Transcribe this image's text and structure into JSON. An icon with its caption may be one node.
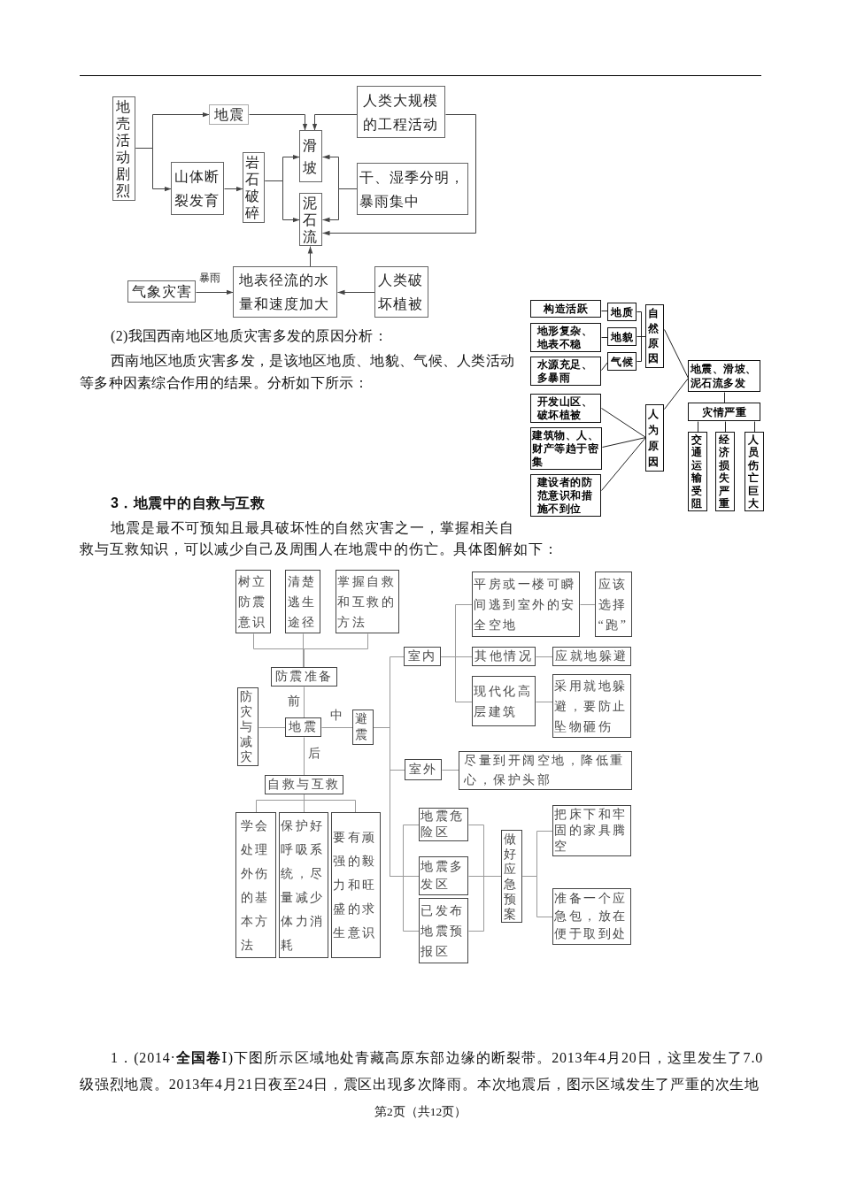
{
  "diagram": {
    "nodes": [
      {
        "text": [
          "地壳活动剧烈"
        ]
      },
      {
        "text": [
          "地震"
        ]
      },
      {
        "text": [
          "人类大规模的工程活动"
        ]
      },
      {
        "text": [
          "山体断裂发育"
        ]
      },
      {
        "text": [
          "岩石破碎"
        ]
      },
      {
        "text": [
          "滑坡"
        ]
      },
      {
        "text": [
          "干、湿季分明，暴雨集中"
        ]
      },
      {
        "text": [
          "泥石流"
        ]
      },
      {
        "text": [
          "气象灾害"
        ]
      },
      {
        "text": [
          "地表径流的水量和速度加大"
        ]
      },
      {
        "text": [
          "人类破坏植被"
        ]
      },
      {
        "text": [
          "构造活跃"
        ]
      },
      {
        "text": [
          "地形复杂、地表不稳"
        ]
      },
      {
        "text": [
          "水源充足、多暴雨"
        ]
      },
      {
        "text": [
          "开发山区、破坏植被"
        ]
      },
      {
        "text": [
          "建筑物、人、财产等趋于密集"
        ]
      },
      {
        "text": [
          "建设者的防范意识和措施不到位"
        ]
      },
      {
        "text": [
          "地质"
        ]
      },
      {
        "text": [
          "地貌"
        ]
      },
      {
        "text": [
          "气候"
        ]
      },
      {
        "text": [
          "自然原因"
        ]
      },
      {
        "text": [
          "人为原因"
        ]
      },
      {
        "text": [
          "地震、滑坡、泥石流多发"
        ]
      },
      {
        "text": [
          "灾情严重"
        ]
      },
      {
        "text": [
          "交通运输受阻"
        ]
      },
      {
        "text": [
          "经济损失严重"
        ]
      },
      {
        "text": [
          "人员伤亡巨大"
        ]
      },
      {
        "text": [
          "树立防震意识"
        ]
      },
      {
        "text": [
          "清楚逃生途径"
        ]
      },
      {
        "text": [
          "掌握自救和互救的方法"
        ]
      },
      {
        "text": [
          "防震准备"
        ]
      },
      {
        "text": [
          "防灾与减灾"
        ]
      },
      {
        "text": [
          "地震"
        ]
      },
      {
        "text": [
          "避震"
        ]
      },
      {
        "text": [
          "自救与互救"
        ]
      },
      {
        "text": [
          "学会处理外伤的基本方法"
        ]
      },
      {
        "text": [
          "保护好呼吸系统，尽量减少体力消耗"
        ]
      },
      {
        "text": [
          "要有顽强的毅力和旺盛的求生意识"
        ]
      },
      {
        "text": [
          "室内"
        ]
      },
      {
        "text": [
          "平房或一楼可瞬间逃到室外的安全空地"
        ]
      },
      {
        "text": [
          "应该选择“跑”"
        ]
      },
      {
        "text": [
          "其他情况"
        ]
      },
      {
        "text": [
          "应就地躲避"
        ]
      },
      {
        "text": [
          "现代化高层建筑"
        ]
      },
      {
        "text": [
          "采用就地躲避，要防止坠物砸伤"
        ]
      },
      {
        "text": [
          "室外"
        ]
      },
      {
        "text": [
          "尽量到开阔空地，降低重心，保护头部"
        ]
      },
      {
        "text": [
          "地震危险区"
        ]
      },
      {
        "text": [
          "地震多发区"
        ]
      },
      {
        "text": [
          "已发布地震预报区"
        ]
      },
      {
        "text": [
          "做好应急预案"
        ]
      },
      {
        "text": [
          "把床下和牢固的家具腾空"
        ]
      },
      {
        "text": [
          "准备一个应急包，放在便于取到处"
        ]
      }
    ],
    "edges": [
      {
        "from": 0,
        "to": 1,
        "arrow": "to",
        "color": "#444444"
      },
      {
        "from": 0,
        "to": 3,
        "arrow": "to",
        "color": "#444444"
      },
      {
        "from": 1,
        "to": 5,
        "arrow": "to",
        "color": "#444444"
      },
      {
        "from": 2,
        "to": 5,
        "arrow": "to",
        "color": "#444444"
      },
      {
        "from": 2,
        "to": 7,
        "arrow": "to",
        "color": "#444444"
      },
      {
        "from": 3,
        "to": 4,
        "arrow": "to",
        "color": "#444444"
      },
      {
        "from": 4,
        "to": 5,
        "arrow": "to",
        "color": "#444444"
      },
      {
        "from": 4,
        "to": 7,
        "arrow": "to",
        "color": "#444444"
      },
      {
        "from": 6,
        "to": 5,
        "arrow": "to",
        "color": "#444444"
      },
      {
        "from": 6,
        "to": 7,
        "arrow": "to",
        "color": "#444444"
      },
      {
        "from": 9,
        "to": 7,
        "arrow": "to",
        "color": "#444444"
      },
      {
        "from": 8,
        "to": 9,
        "arrow": "to",
        "label": "暴雨",
        "color": "#444444"
      },
      {
        "from": 10,
        "to": 9,
        "arrow": "to",
        "color": "#444444"
      },
      {
        "from": 11,
        "to": 17,
        "arrow": "none",
        "color": "#222222"
      },
      {
        "from": 12,
        "to": 18,
        "arrow": "none",
        "color": "#222222"
      },
      {
        "from": 13,
        "to": 19,
        "arrow": "none",
        "color": "#222222"
      },
      {
        "from": 17,
        "to": 20,
        "arrow": "none",
        "color": "#222222"
      },
      {
        "from": 18,
        "to": 20,
        "arrow": "none",
        "color": "#222222"
      },
      {
        "from": 19,
        "to": 20,
        "arrow": "none",
        "color": "#222222"
      },
      {
        "from": 14,
        "to": 21,
        "arrow": "none",
        "color": "#222222"
      },
      {
        "from": 15,
        "to": 21,
        "arrow": "none",
        "color": "#222222"
      },
      {
        "from": 16,
        "to": 21,
        "arrow": "none",
        "color": "#222222"
      },
      {
        "from": 20,
        "to": 22,
        "arrow": "none",
        "color": "#222222"
      },
      {
        "from": 21,
        "to": 22,
        "arrow": "none",
        "color": "#222222"
      },
      {
        "from": 22,
        "to": 23,
        "arrow": "none",
        "color": "#222222"
      },
      {
        "from": 23,
        "to": 24,
        "arrow": "none",
        "color": "#222222"
      },
      {
        "from": 23,
        "to": 25,
        "arrow": "none",
        "color": "#222222"
      },
      {
        "from": 23,
        "to": 26,
        "arrow": "none",
        "color": "#222222"
      },
      {
        "from": 27,
        "to": 30,
        "arrow": "none"
      },
      {
        "from": 28,
        "to": 30,
        "arrow": "none"
      },
      {
        "from": 29,
        "to": 30,
        "arrow": "none"
      },
      {
        "from": 30,
        "to": 32,
        "arrow": "none",
        "label": "前"
      },
      {
        "from": 31,
        "to": 32,
        "arrow": "none"
      },
      {
        "from": 32,
        "to": 33,
        "arrow": "none",
        "label": "中"
      },
      {
        "from": 32,
        "to": 34,
        "arrow": "none",
        "label": "后"
      },
      {
        "from": 34,
        "to": 35,
        "arrow": "none"
      },
      {
        "from": 34,
        "to": 36,
        "arrow": "none"
      },
      {
        "from": 34,
        "to": 37,
        "arrow": "none"
      },
      {
        "from": 33,
        "to": 38,
        "arrow": "none"
      },
      {
        "from": 33,
        "to": 45,
        "arrow": "none"
      },
      {
        "from": 33,
        "to": 47,
        "arrow": "none"
      },
      {
        "from": 33,
        "to": 48,
        "arrow": "none"
      },
      {
        "from": 33,
        "to": 49,
        "arrow": "none"
      },
      {
        "from": 38,
        "to": 39,
        "arrow": "none"
      },
      {
        "from": 38,
        "to": 41,
        "arrow": "none"
      },
      {
        "from": 38,
        "to": 43,
        "arrow": "none"
      },
      {
        "from": 39,
        "to": 40,
        "arrow": "none"
      },
      {
        "from": 41,
        "to": 42,
        "arrow": "none"
      },
      {
        "from": 43,
        "to": 44,
        "arrow": "none"
      },
      {
        "from": 45,
        "to": 46,
        "arrow": "none"
      },
      {
        "from": 47,
        "to": 50,
        "arrow": "none"
      },
      {
        "from": 48,
        "to": 50,
        "arrow": "none"
      },
      {
        "from": 49,
        "to": 50,
        "arrow": "none"
      },
      {
        "from": 50,
        "to": 51,
        "arrow": "none"
      },
      {
        "from": 50,
        "to": 52,
        "arrow": "none"
      }
    ],
    "labels": [
      "(2)我国西南地区地质灾害多发的原因分析：",
      "西南地区地质灾害多发，是该地区地质、地貌、气候、人类活动等多种因素综合作用的结果。分析如下所示：",
      "3．地震中的自救与互救",
      "地震是最不可预知且最具破坏性的自然灾害之一，掌握相关自救与互救知识，可以减少自己及周围人在地震中的伤亡。具体图解如下：",
      "1．(2014·**全国卷**Ⅰ)下图所示区域地处青藏高原东部边缘的断裂带。2013年4月20日，这里发生了7.0级强烈地震。2013年4月21日夜至24日，震区出现多次降雨。本次地震后，图示区域发生了严重的次生地",
      "第2页（共12页）"
    ]
  }
}
